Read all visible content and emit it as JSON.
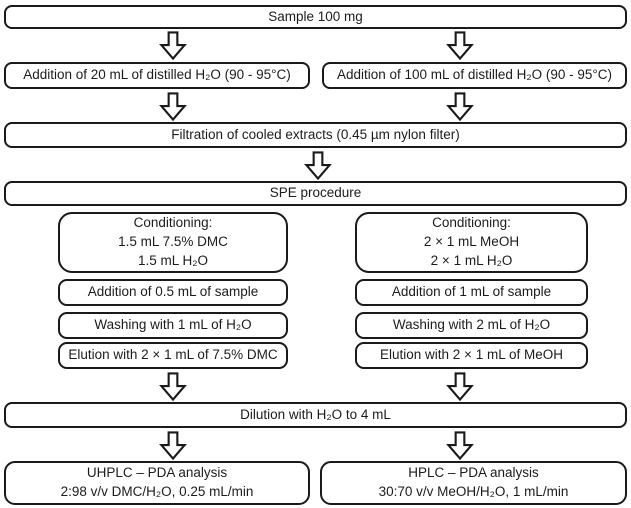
{
  "flowchart": {
    "steps": {
      "sample": "Sample 100 mg",
      "addition_20ml": "Addition of 20 mL of distilled H₂O (90 - 95°C)",
      "addition_100ml": "Addition of 100 mL of distilled H₂O (90 - 95°C)",
      "filtration": "Filtration of cooled extracts (0.45 µm nylon filter)",
      "spe": "SPE procedure",
      "dilution": "Dilution with H₂O to 4 mL"
    },
    "dmc_branch": {
      "conditioning_title": "Conditioning:",
      "conditioning_line1": "1.5 mL 7.5% DMC",
      "conditioning_line2": "1.5 mL H₂O",
      "addition": "Addition of 0.5 mL of sample",
      "washing": "Washing with 1 mL of H₂O",
      "elution": "Elution with 2 × 1 mL of 7.5% DMC",
      "analysis_line1": "UHPLC – PDA analysis",
      "analysis_line2": "2:98 v/v DMC/H₂O, 0.25 mL/min"
    },
    "meoh_branch": {
      "conditioning_title": "Conditioning:",
      "conditioning_line1": "2 × 1 mL MeOH",
      "conditioning_line2": "2 × 1 mL H₂O",
      "addition": "Addition of 1 mL of sample",
      "washing": "Washing with 2 mL of H₂O",
      "elution": "Elution with 2 × 1 mL of MeOH",
      "analysis_line1": "HPLC – PDA analysis",
      "analysis_line2": "30:70 v/v MeOH/H₂O, 1 mL/min"
    },
    "colors": {
      "border": "#1a1a1a",
      "text": "#1c1c1c",
      "background": "#ffffff"
    }
  }
}
